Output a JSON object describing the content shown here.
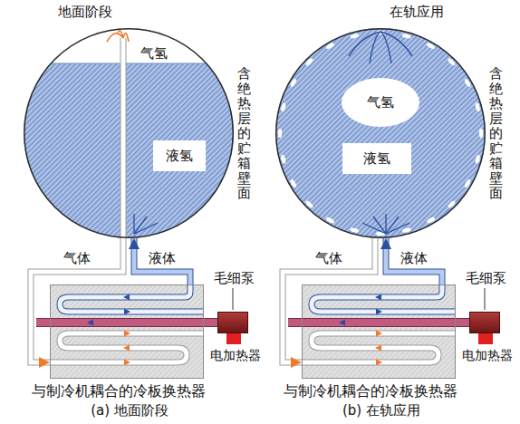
{
  "diagram": {
    "nodes": [
      {
        "text": [
          "气氢",
          "含绝热层的贮箱壁面"
        ]
      },
      {
        "text": [
          "液氢"
        ],
        "in": 0
      },
      {
        "text": [
          "与制冷机耦合的冷板换热器"
        ]
      },
      {
        "text": [
          "毛细泵"
        ]
      },
      {
        "text": [
          "电加热器"
        ]
      },
      {
        "text": [
          "含绝热层的贮箱壁面"
        ]
      },
      {
        "text": [
          "气氢"
        ],
        "in": 5
      },
      {
        "text": [
          "液氢"
        ],
        "in": 5
      },
      {
        "text": [
          "与制冷机耦合的冷板换热器"
        ]
      },
      {
        "text": [
          "毛细泵"
        ]
      },
      {
        "text": [
          "电加热器"
        ]
      }
    ],
    "edges": [
      {
        "from": 0,
        "to": 2,
        "arrow": "to",
        "label": "气体"
      },
      {
        "from": 2,
        "to": 0,
        "arrow": "to",
        "label": "液体"
      },
      {
        "from": 5,
        "to": 8,
        "arrow": "to",
        "label": "气体"
      },
      {
        "from": 8,
        "to": 5,
        "arrow": "to",
        "label": "液体"
      }
    ],
    "labels": [
      "地面阶段",
      "在轨应用",
      "(a) 地面阶段",
      "(b) 在轨应用"
    ]
  }
}
